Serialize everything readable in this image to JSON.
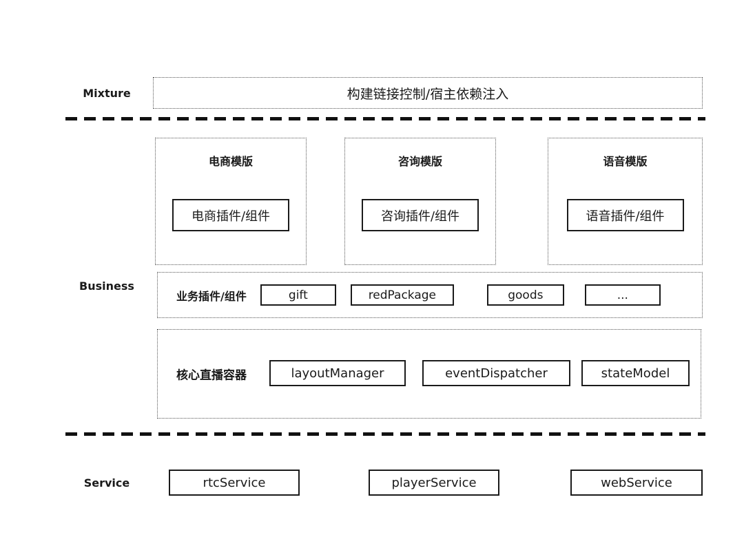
{
  "diagram": {
    "mixture": {
      "label": "Mixture",
      "box": "构建链接控制/宿主依赖注入"
    },
    "business": {
      "label": "Business",
      "templates": [
        {
          "title": "电商模版",
          "plugin": "电商插件/组件"
        },
        {
          "title": "咨询模版",
          "plugin": "咨询插件/组件"
        },
        {
          "title": "语音模版",
          "plugin": "语音插件/组件"
        }
      ],
      "plugins_row": {
        "label": "业务插件/组件",
        "items": [
          "gift",
          "redPackage",
          "goods",
          "..."
        ]
      },
      "core_row": {
        "label": "核心直播容器",
        "items": [
          "layoutManager",
          "eventDispatcher",
          "stateModel"
        ]
      }
    },
    "service": {
      "label": "Service",
      "items": [
        "rtcService",
        "playerService",
        "webService"
      ]
    },
    "colors": {
      "background": "#ffffff",
      "border": "#1a1a1a",
      "dotted_border": "#555555",
      "text": "#1a1a1a"
    }
  }
}
